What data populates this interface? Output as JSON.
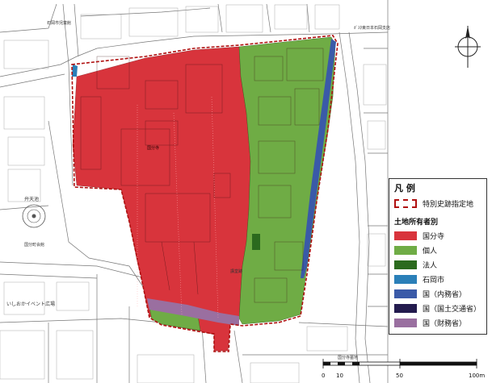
{
  "legend": {
    "title": "凡 例",
    "designated": "特別史跡指定地",
    "owner_heading": "土地所有者別",
    "items": [
      {
        "label": "国分寺",
        "color": "#d8343c"
      },
      {
        "label": "個人",
        "color": "#6fac45"
      },
      {
        "label": "法人",
        "color": "#2b6a1e"
      },
      {
        "label": "石岡市",
        "color": "#2a7fb8"
      },
      {
        "label": "国（内務省）",
        "color": "#3a5aa8"
      },
      {
        "label": "国（国土交通省）",
        "color": "#231b4e"
      },
      {
        "label": "国（財務省）",
        "color": "#9a6fa0"
      }
    ]
  },
  "scale": {
    "ticks": [
      "0",
      "10",
      "50",
      "100m"
    ]
  },
  "map_labels": {
    "city_office": "石岡市児童館",
    "bank": "ｶﾞｽﾀ東日本石岡支店",
    "temple": "国分寺",
    "shrine": "弁天池",
    "hall": "国分町会館",
    "event": "いしおかイベント広場",
    "dojo": "講堂跡",
    "garden": "国分寺墓地"
  }
}
